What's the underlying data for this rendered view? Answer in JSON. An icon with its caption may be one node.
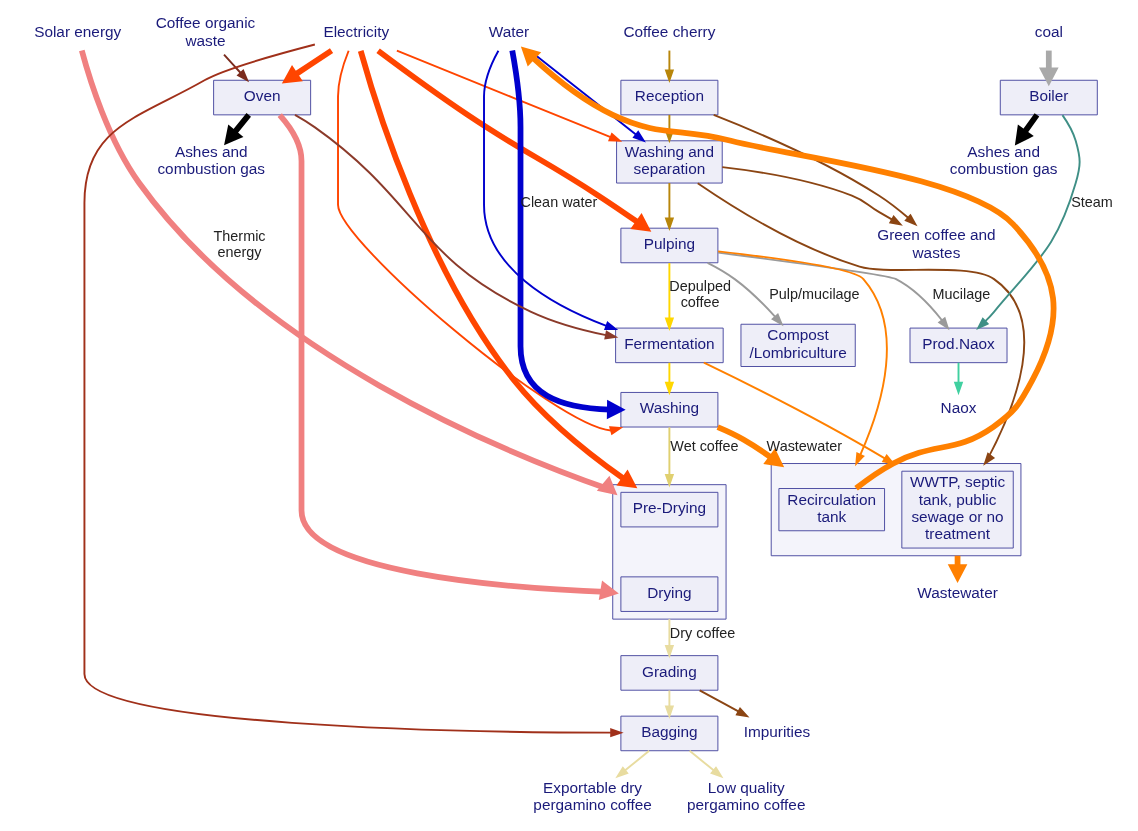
{
  "diagram": {
    "nodes": [
      {
        "text": [
          "Solar energy"
        ]
      },
      {
        "text": [
          "Coffee organic waste"
        ]
      },
      {
        "text": [
          "Electricity"
        ]
      },
      {
        "text": [
          "Water"
        ]
      },
      {
        "text": [
          "Coffee cherry"
        ]
      },
      {
        "text": [
          "coal"
        ]
      },
      {
        "text": [
          "Reception"
        ]
      },
      {
        "text": [
          "Washing and separation"
        ]
      },
      {
        "text": [
          "Pulping"
        ]
      },
      {
        "text": [
          "Fermentation"
        ]
      },
      {
        "text": [
          "Washing"
        ]
      },
      {
        "text": [],
        "shape": "box"
      },
      {
        "text": [
          "Pre-Drying"
        ],
        "in": 11
      },
      {
        "text": [
          "Drying"
        ],
        "in": 11
      },
      {
        "text": [
          "Grading"
        ]
      },
      {
        "text": [
          "Bagging"
        ]
      },
      {
        "text": [
          "Oven"
        ]
      },
      {
        "text": [
          "Boiler"
        ]
      },
      {
        "text": [
          "Prod.Naox"
        ]
      },
      {
        "text": [
          "Compost /Lombriculture"
        ]
      },
      {
        "text": [],
        "shape": "box"
      },
      {
        "text": [
          "WWTP, septic tank, public sewage or no treatment"
        ],
        "in": 20
      },
      {
        "text": [
          "Recirculation tank"
        ],
        "in": 20
      },
      {
        "text": [
          "Ashes and combustion gas"
        ]
      },
      {
        "text": [
          "Ashes and combustion gas"
        ]
      },
      {
        "text": [
          "Exportable dry pergamino coffee"
        ]
      },
      {
        "text": [
          "Low quality pergamino coffee"
        ]
      },
      {
        "text": [
          "Impurities"
        ]
      },
      {
        "text": [
          "Wastewater"
        ]
      },
      {
        "text": [
          "Green coffee and wastes"
        ]
      },
      {
        "text": [
          "Naox"
        ]
      }
    ],
    "edges": [
      {
        "from": 4,
        "to": 6,
        "arrow": "to",
        "color": "#b8860b"
      },
      {
        "from": 6,
        "to": 7,
        "arrow": "to",
        "color": "#b8860b"
      },
      {
        "from": 7,
        "to": 8,
        "arrow": "to",
        "color": "#b8860b"
      },
      {
        "from": 8,
        "to": 9,
        "label": "Depulped coffee",
        "arrow": "to",
        "color": "#ffd700"
      },
      {
        "from": 9,
        "to": 10,
        "arrow": "to",
        "color": "#ffd700"
      },
      {
        "from": 10,
        "to": 11,
        "label": "Wet coffee",
        "arrow": "to",
        "color": "#e0d070"
      },
      {
        "from": 11,
        "to": 14,
        "label": "Dry coffee",
        "arrow": "to",
        "color": "#e8dca0"
      },
      {
        "from": 14,
        "to": 15,
        "arrow": "to",
        "color": "#e8dca0"
      },
      {
        "from": 15,
        "to": 25,
        "arrow": "to",
        "color": "#e8dca0"
      },
      {
        "from": 15,
        "to": 26,
        "arrow": "to",
        "color": "#e8dca0"
      },
      {
        "from": 0,
        "to": 11,
        "label": "Thermic energy",
        "arrow": "to",
        "style": "thick",
        "color": "#f08080"
      },
      {
        "from": 1,
        "to": 16,
        "arrow": "to",
        "color": "#7b2c1e"
      },
      {
        "from": 2,
        "to": 16,
        "arrow": "to",
        "style": "thick",
        "color": "#ff4500"
      },
      {
        "from": 16,
        "to": 11,
        "arrow": "to",
        "style": "thick",
        "color": "#f08080"
      },
      {
        "from": 16,
        "to": 9,
        "arrow": "to",
        "color": "#8b3a2a"
      },
      {
        "from": 16,
        "to": 24,
        "arrow": "to",
        "style": "thick",
        "color": "#000000"
      },
      {
        "from": 2,
        "to": 7,
        "arrow": "to",
        "color": "#ff4500"
      },
      {
        "from": 2,
        "to": 8,
        "arrow": "to",
        "style": "thick",
        "color": "#ff4500"
      },
      {
        "from": 2,
        "to": 10,
        "arrow": "to",
        "color": "#ff4500"
      },
      {
        "from": 2,
        "to": 11,
        "arrow": "to",
        "style": "thick",
        "color": "#ff4500"
      },
      {
        "from": 2,
        "to": 15,
        "arrow": "to",
        "color": "#a0301a"
      },
      {
        "from": 3,
        "to": 7,
        "arrow": "to",
        "color": "#0000cd"
      },
      {
        "from": 3,
        "to": 9,
        "arrow": "to",
        "color": "#0000cd"
      },
      {
        "from": 3,
        "to": 10,
        "label": "Clean water",
        "arrow": "to",
        "style": "thick",
        "color": "#0000cd"
      },
      {
        "from": 5,
        "to": 17,
        "arrow": "to",
        "style": "thick",
        "color": "#a9a9a9"
      },
      {
        "from": 17,
        "to": 23,
        "arrow": "to",
        "style": "thick",
        "color": "#000000"
      },
      {
        "from": 17,
        "to": 18,
        "label": "Steam",
        "arrow": "to",
        "color": "#3f8f86"
      },
      {
        "from": 8,
        "to": 18,
        "label": "Mucilage",
        "arrow": "to",
        "color": "#9a9a9a"
      },
      {
        "from": 8,
        "to": 19,
        "label": "Pulp/mucilage",
        "arrow": "to",
        "color": "#9a9a9a"
      },
      {
        "from": 18,
        "to": 30,
        "arrow": "to",
        "color": "#40d0a0"
      },
      {
        "from": 6,
        "to": 29,
        "arrow": "to",
        "color": "#8b4513"
      },
      {
        "from": 7,
        "to": 29,
        "arrow": "to",
        "color": "#8b4513"
      },
      {
        "from": 7,
        "to": 20,
        "arrow": "to",
        "color": "#8b4513"
      },
      {
        "from": 8,
        "to": 20,
        "arrow": "to",
        "color": "#ff8000"
      },
      {
        "from": 9,
        "to": 20,
        "arrow": "to",
        "color": "#ff8000"
      },
      {
        "from": 10,
        "to": 20,
        "label": "Wastewater",
        "arrow": "to",
        "style": "thick",
        "color": "#ff8000"
      },
      {
        "from": 14,
        "to": 27,
        "arrow": "to",
        "color": "#8b4513"
      },
      {
        "from": 20,
        "to": 28,
        "arrow": "to",
        "style": "thick",
        "color": "#ff8000"
      },
      {
        "from": 22,
        "to": 3,
        "arrow": "to",
        "style": "thick",
        "color": "#ff8000"
      }
    ]
  }
}
